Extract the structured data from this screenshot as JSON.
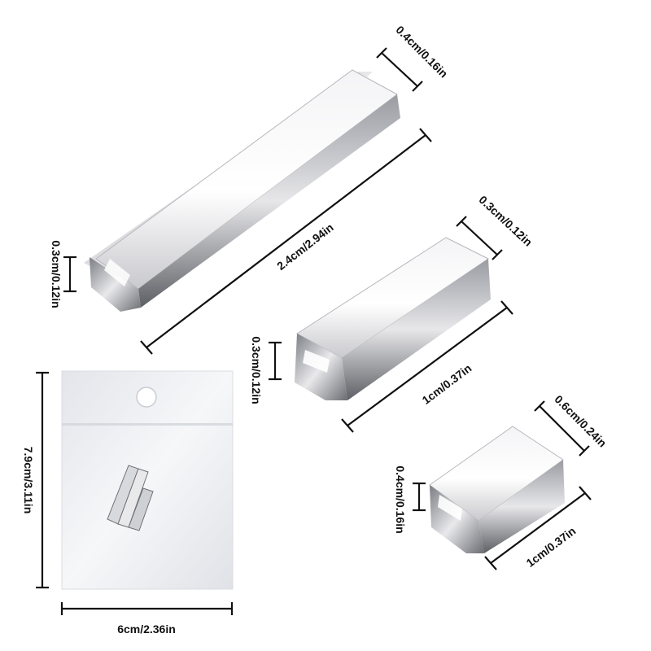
{
  "image": {
    "background": "#ffffff",
    "subject": "magnet-product-dimensions"
  },
  "dimensions": {
    "long_bar_width": "0.4cm/0.16in",
    "long_bar_length": "2.4cm/2.94in",
    "long_bar_height": "0.3cm/0.12in",
    "mid_bar_width": "0.3cm/0.12in",
    "mid_bar_height": "0.3cm/0.12in",
    "mid_bar_length": "1cm/0.37in",
    "small_block_width": "0.6cm/0.24in",
    "small_block_height": "0.4cm/0.16in",
    "small_block_length": "1cm/0.37in",
    "bag_height": "7.9cm/3.11in",
    "bag_width": "6cm/2.36in"
  },
  "colors": {
    "metal_light": "#fafafa",
    "metal_mid": "#c8c8cc",
    "metal_dark": "#55575c",
    "dimension_line": "#111111"
  }
}
